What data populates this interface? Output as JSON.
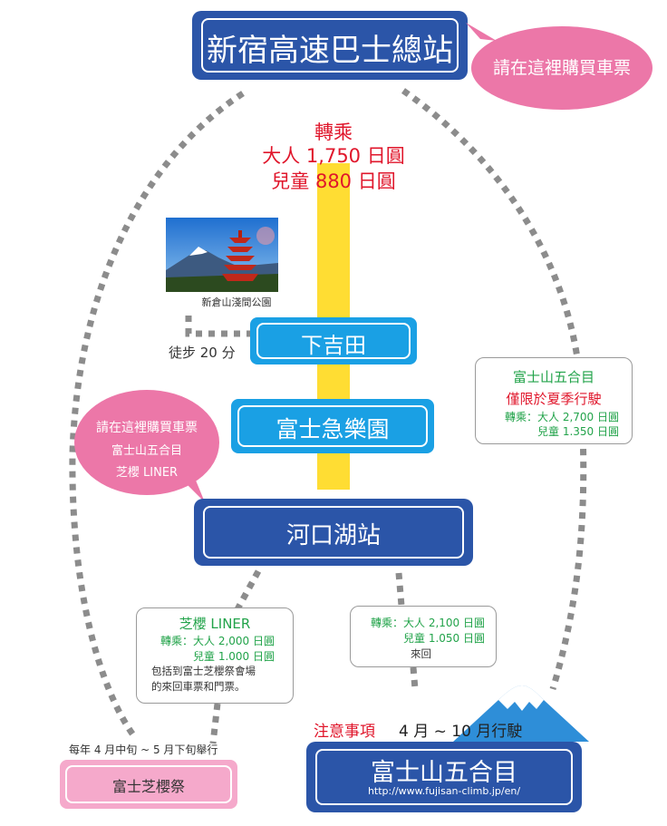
{
  "stations": {
    "shinjuku": "新宿高速巴士總站",
    "shimoyoshida": "下吉田",
    "fujikyu": "富士急樂園",
    "kawaguchiko": "河口湖站",
    "fuji5": "富士山五合目",
    "fuji5_url": "http://www.fujisan-climb.jp/en/",
    "shibazakura_fest": "富士芝櫻祭"
  },
  "bubbles": {
    "top_right": "請在這裡購買車票",
    "left_title": "請在這裡購買車票",
    "left_line1": "富士山五合目",
    "left_line2": "芝櫻 LINER"
  },
  "transfer_main": {
    "label": "轉乘",
    "adult": "大人 1,750 日圓",
    "child": "兒童 880 日圓"
  },
  "photo": {
    "caption": "新倉山淺間公園"
  },
  "walk": "徒步 20 分",
  "fuji_right_note": {
    "title": "富士山五合目",
    "subtitle": "僅限於夏季行駛",
    "line1": "轉乘：大人 2,700 日圓",
    "line2": "兒童 1.350 日圓"
  },
  "liner_note": {
    "title": "芝櫻 LINER",
    "line1": "轉乘：大人 2,000 日圓",
    "line2": "兒童 1.000 日圓",
    "line3": "包括到富士芝櫻祭會場",
    "line4": "的來回車票和門票。"
  },
  "kawa_fuji_note": {
    "line1": "轉乘：大人 2,100 日圓",
    "line2": "兒童 1.050 日圓",
    "line3": "來回"
  },
  "festival_period": "每年 4 月中旬 ~ 5 月下旬舉行",
  "caution": {
    "label": "注意事項",
    "text": "4 月 ~ 10 月行駛"
  },
  "colors": {
    "navy": "#2b55a8",
    "cyan": "#1aa0e4",
    "yellow": "#ffdd33",
    "pink": "#ec77a8",
    "green": "#22a34a",
    "red": "#e0162b"
  }
}
